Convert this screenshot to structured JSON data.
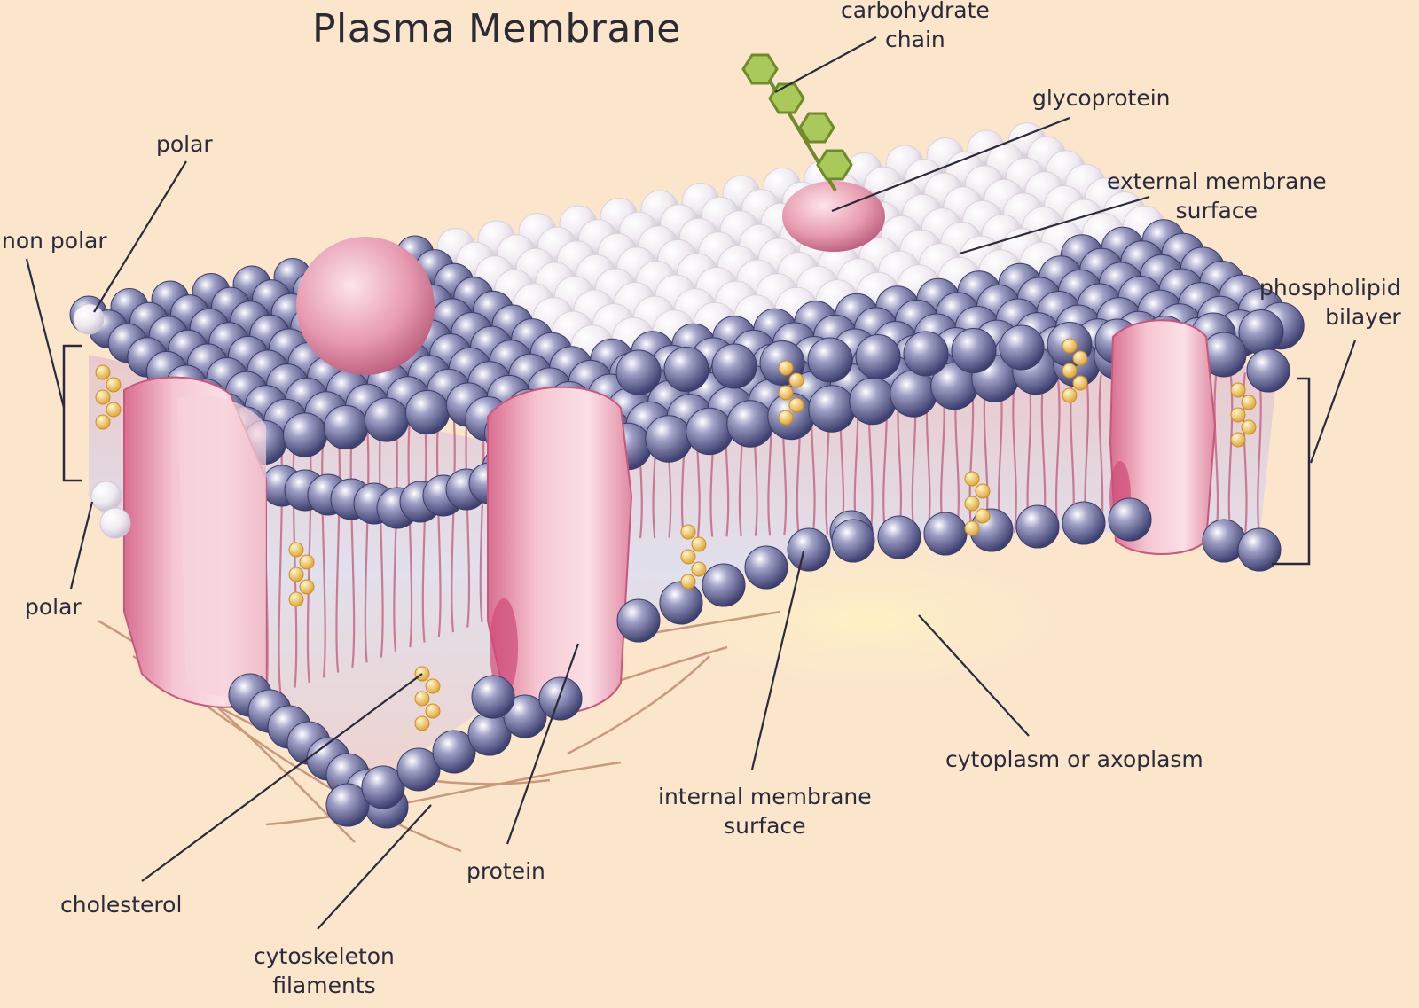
{
  "title": "Plasma Membrane",
  "labels": {
    "carbohydrate_chain": [
      "carbohydrate",
      "chain"
    ],
    "glycoprotein": "glycoprotein",
    "external_membrane_surface": [
      "external membrane",
      "surface"
    ],
    "phospholipid_bilayer": [
      "phospholipid",
      "bilayer"
    ],
    "polar_top": "polar",
    "non_polar": "non polar",
    "polar_bottom": "polar",
    "cholesterol": "cholesterol",
    "cytoskeleton_filaments": [
      "cytoskeleton",
      "filaments"
    ],
    "protein": "protein",
    "internal_membrane_surface": [
      "internal membrane",
      "surface"
    ],
    "cytoplasm": "cytoplasm or axoplasm"
  },
  "colors": {
    "background": "#fbe6cc",
    "phospholipid_head": "#5f618f",
    "protein": "#e9a7b8",
    "cholesterol": "#f2c860",
    "carbohydrate": "#9cbf4a",
    "leader_line": "#2a2a3a"
  }
}
